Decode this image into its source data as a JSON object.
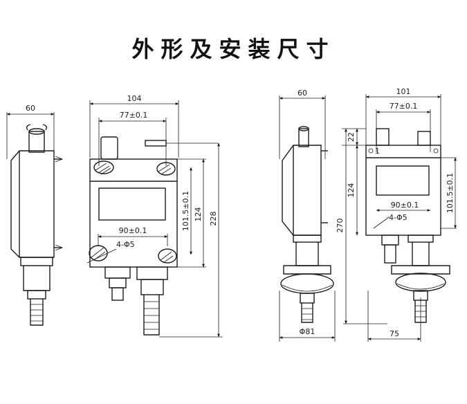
{
  "title": "外形及安装尺寸",
  "left_drawing": {
    "side_width": "60",
    "front_width": "104",
    "hole_spacing_top": "77±0.1",
    "hole_spacing_bottom": "90±0.1",
    "holes": "4-Φ5",
    "inner_height": "101.5±0.1",
    "body_height": "124",
    "total_height": "228"
  },
  "right_drawing": {
    "side_width": "60",
    "front_width": "101",
    "hole_spacing_top": "77±0.1",
    "top_offset": "22",
    "body_height": "124",
    "total_height": "270",
    "inner_height": "101.5±0.1",
    "hole_spacing_bottom": "90±0.1",
    "holes": "4-Φ5",
    "flange_diameter": "Φ81",
    "base_width": "75",
    "mark_1": "1"
  }
}
